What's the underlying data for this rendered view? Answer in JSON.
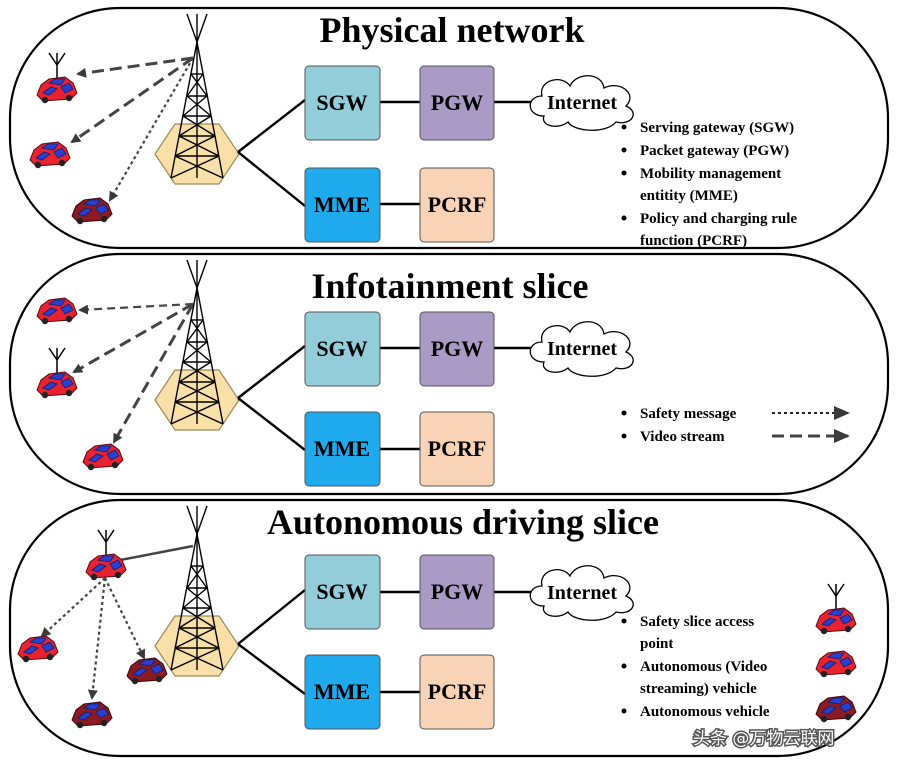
{
  "panels": [
    {
      "id": "physical",
      "title": "Physical network",
      "boxes": {
        "sgw": "SGW",
        "pgw": "PGW",
        "mme": "MME",
        "pcrf": "PCRF"
      },
      "internet": "Internet",
      "legend": [
        "Serving gateway (SGW)",
        "Packet gateway (PGW)",
        "Mobility management",
        "entitity (MME)",
        "Policy and charging rule",
        "function (PCRF)"
      ]
    },
    {
      "id": "infotainment",
      "title": "Infotainment slice",
      "boxes": {
        "sgw": "SGW",
        "pgw": "PGW",
        "mme": "MME",
        "pcrf": "PCRF"
      },
      "internet": "Internet",
      "legend": [
        "Safety message",
        "Video stream"
      ]
    },
    {
      "id": "autonomous",
      "title": "Autonomous driving slice",
      "boxes": {
        "sgw": "SGW",
        "pgw": "PGW",
        "mme": "MME",
        "pcrf": "PCRF"
      },
      "internet": "Internet",
      "legend": [
        "Safety slice access",
        "point",
        "Autonomous (Video",
        "streaming) vehicle",
        "Autonomous vehicle"
      ]
    }
  ],
  "colors": {
    "sgw": "#93CDD9",
    "pgw": "#A99BC5",
    "mme": "#1FAAEE",
    "pcrf": "#F8D3B6",
    "tower_base": "#F8E0A8",
    "car_red": "#E8222E",
    "car_dark": "#8C1A22",
    "car_window": "#2A3FD0"
  },
  "icons": [
    "antenna-tower-icon",
    "cloud-icon",
    "car-icon",
    "car-antenna-icon",
    "arrow-icon"
  ],
  "watermark": "头条 @万物云联网"
}
